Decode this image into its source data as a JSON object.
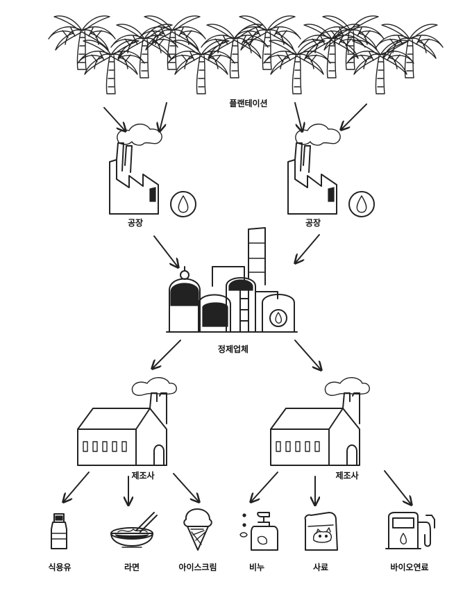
{
  "diagram": {
    "plantation_label": "플랜테이션",
    "factory_labels": [
      "공장",
      "공장"
    ],
    "refinery_label": "정제업체",
    "manufacturer_labels": [
      "제조사",
      "제조사"
    ],
    "products": [
      {
        "label": "식용유",
        "icon": "oil-bottle-icon"
      },
      {
        "label": "라면",
        "icon": "ramen-bowl-icon"
      },
      {
        "label": "아이스크림",
        "icon": "ice-cream-cone-icon"
      },
      {
        "label": "비누",
        "icon": "soap-dispenser-icon"
      },
      {
        "label": "사료",
        "icon": "pet-food-bag-icon"
      },
      {
        "label": "바이오연료",
        "icon": "fuel-pump-icon"
      }
    ]
  }
}
